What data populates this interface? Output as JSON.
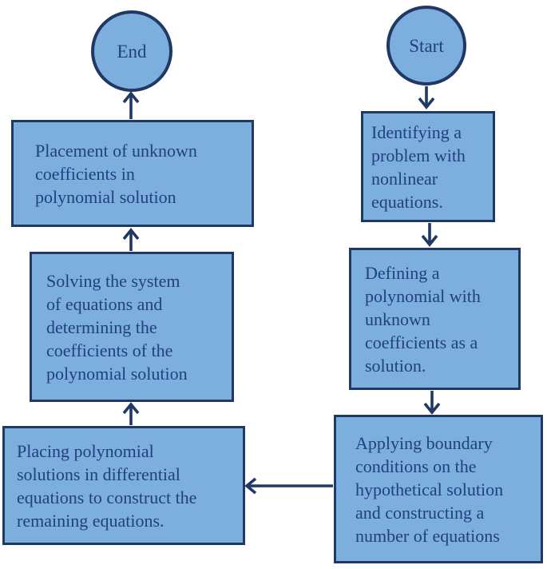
{
  "flowchart": {
    "terminals": {
      "start": "Start",
      "end": "End"
    },
    "steps": {
      "identifying": "Identifying a\nproblem with\nnonlinear\nequations.",
      "defining": "Defining a\npolynomial with\nunknown\ncoefficients as a\nsolution.",
      "applying": "Applying boundary\nconditions on the\nhypothetical solution\nand constructing a\nnumber of equations",
      "placing": "Placing polynomial\nsolutions in differential\nequations to construct the\nremaining equations.",
      "solving": "Solving the system\nof equations and\ndetermining the\ncoefficients of the\npolynomial solution",
      "placement": "Placement of unknown\ncoefficients in\npolynomial solution"
    },
    "flow_order": [
      "Start",
      "Identifying a problem with nonlinear equations.",
      "Defining a polynomial with unknown coefficients as a solution.",
      "Applying boundary conditions on the hypothetical solution and constructing a number of equations",
      "Placing polynomial solutions in differential equations to construct the remaining equations.",
      "Solving the system of equations and determining the coefficients of the polynomial solution",
      "Placement of unknown coefficients in polynomial solution",
      "End"
    ],
    "colors": {
      "node_fill": "#7CAEDE",
      "node_border": "#1F3864",
      "text": "#21407E",
      "background": "#FFFFFF"
    }
  }
}
